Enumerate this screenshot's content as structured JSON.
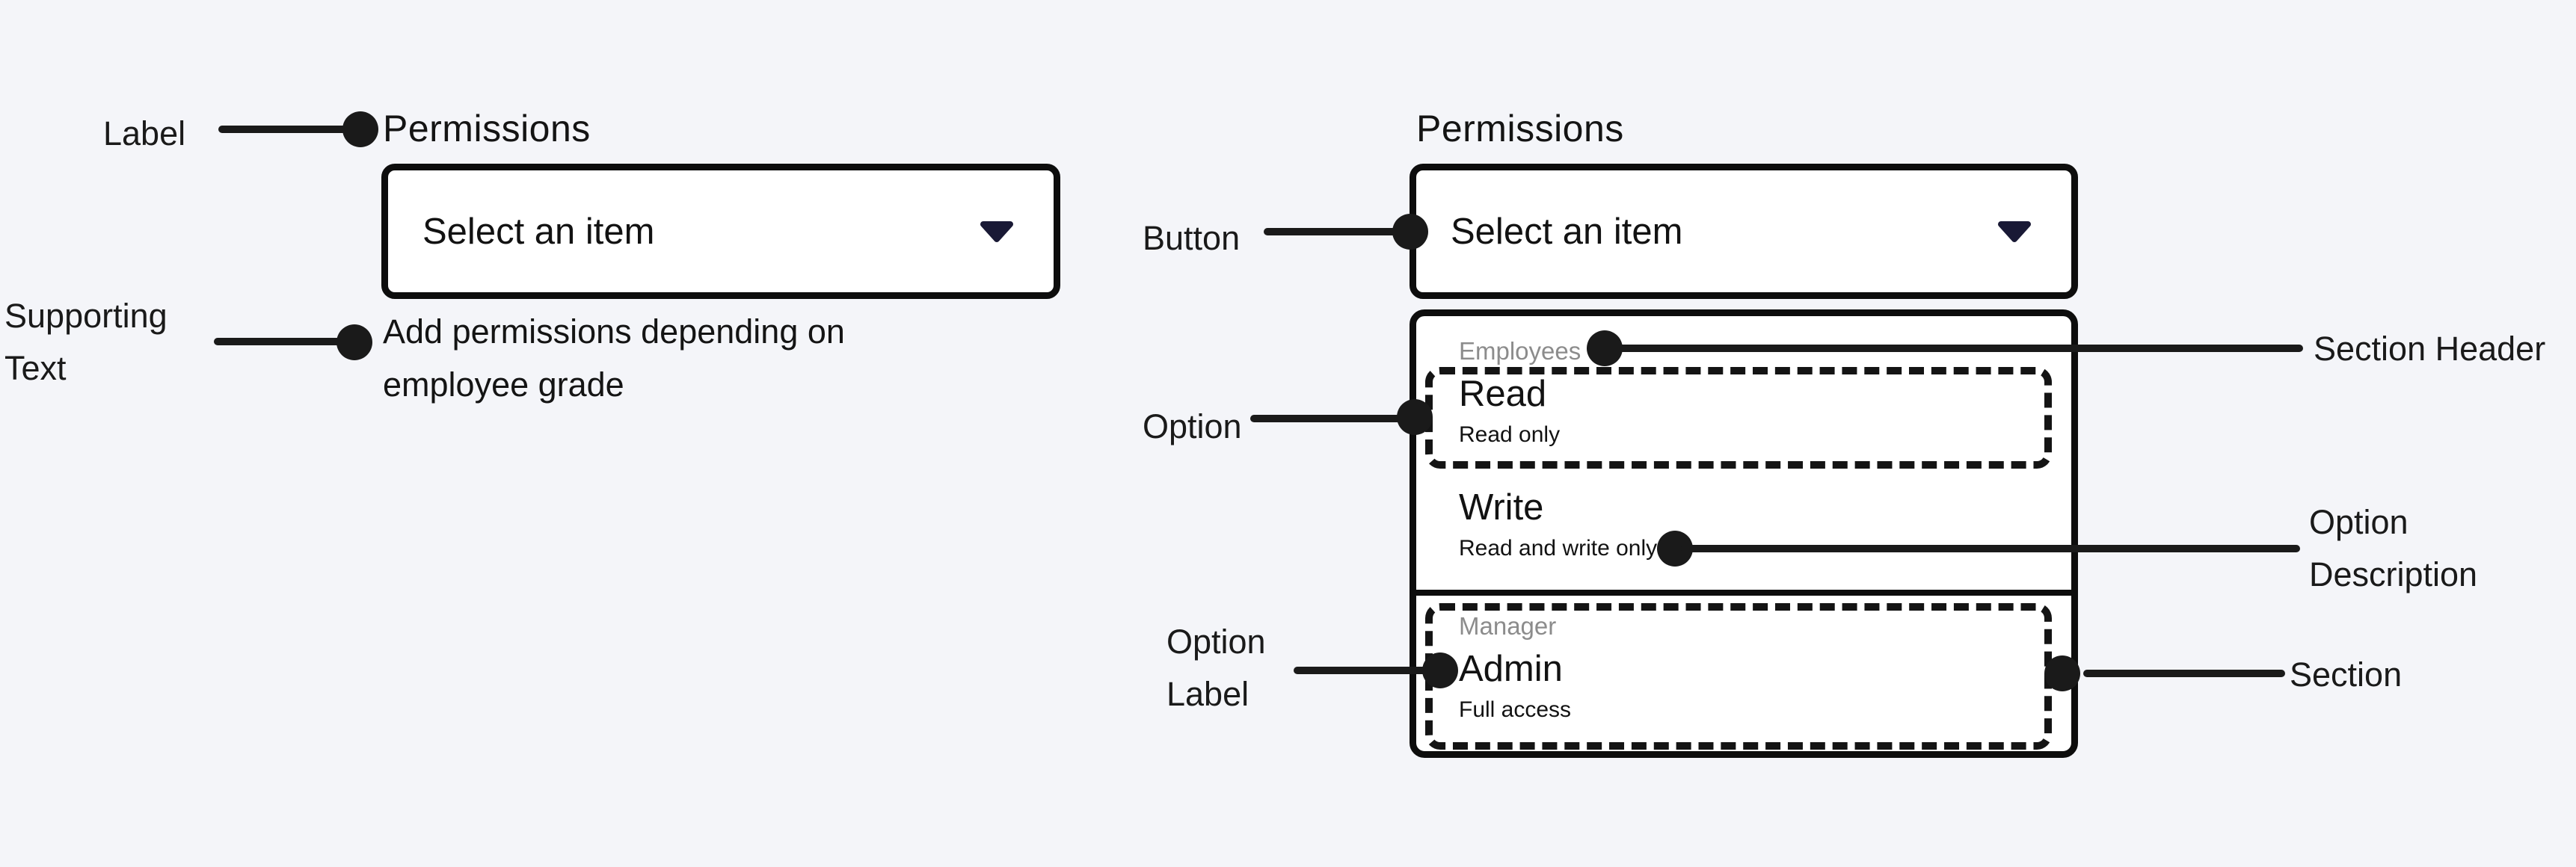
{
  "colors": {
    "background": "#f4f5f9",
    "surface": "#ffffff",
    "outline": "#0d0d0d",
    "text": "#141414",
    "muted_text": "#8c8c8c",
    "chevron": "#191935",
    "annotation": "#1a1a1a"
  },
  "closed_select": {
    "label": "Permissions",
    "button_text": "Select an item",
    "supporting_text": "Add permissions depending on employee grade"
  },
  "open_select": {
    "label": "Permissions",
    "button_text": "Select an item",
    "menu": {
      "sections": [
        {
          "header": "Employees",
          "options": [
            {
              "label": "Read",
              "description": "Read only"
            },
            {
              "label": "Write",
              "description": "Read and write only"
            }
          ]
        },
        {
          "header": "Manager",
          "options": [
            {
              "label": "Admin",
              "description": "Full access"
            }
          ]
        }
      ]
    }
  },
  "annotations": {
    "label": "Label",
    "supporting_text": "Supporting Text",
    "button": "Button",
    "option": "Option",
    "section_header": "Section Header",
    "option_description": "Option Description",
    "option_label": "Option Label",
    "section": "Section"
  }
}
